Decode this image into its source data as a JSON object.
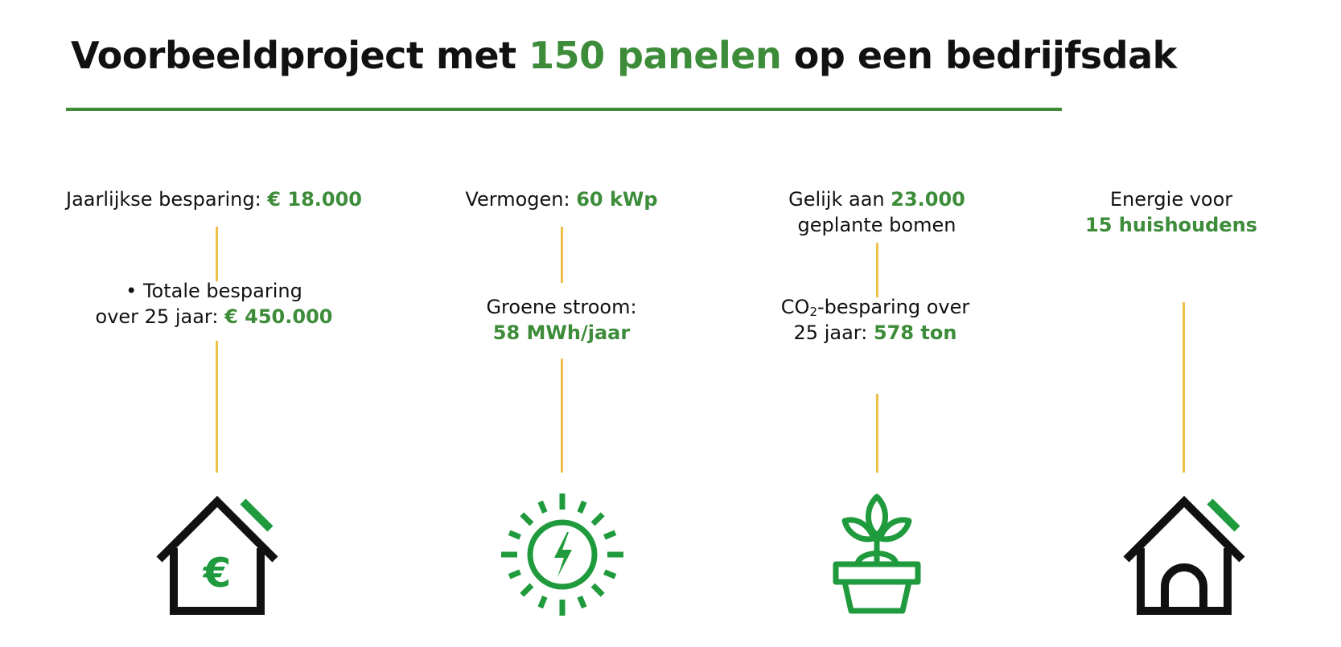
{
  "title": {
    "part1": "Voorbeeldproject met ",
    "highlight": "150 panelen",
    "part2": " op een bedrijfsdak"
  },
  "columns": [
    {
      "icon": "house-euro-icon",
      "stat1": {
        "text": "Jaarlijkse besparing: ",
        "value": "€ 18.000"
      },
      "stat2": {
        "bullet": "• ",
        "line1": "Totale besparing",
        "line2": "over 25 jaar: ",
        "value": "€ 450.000"
      }
    },
    {
      "icon": "sun-lightning-icon",
      "stat1": {
        "text": "Vermogen: ",
        "value": "60 kWp"
      },
      "stat2": {
        "line1": "Groene stroom:",
        "value": "58 MWh/jaar"
      }
    },
    {
      "icon": "potted-plant-icon",
      "stat1": {
        "line1_text": "Gelijk aan ",
        "line1_value": "23.000",
        "line2": "geplante bomen"
      },
      "stat2": {
        "co": "CO",
        "sub": "2",
        "line1_rest": "-besparing over",
        "line2_text": "25 jaar: ",
        "line2_value": "578 ton"
      }
    },
    {
      "icon": "house-icon",
      "stat1": {
        "line1": "Energie voor",
        "value": "15 huishoudens"
      }
    }
  ],
  "colors": {
    "green": "#3d8c3a",
    "icon_green": "#1f9a3c",
    "yellow": "#eec04a",
    "black": "#111111"
  }
}
